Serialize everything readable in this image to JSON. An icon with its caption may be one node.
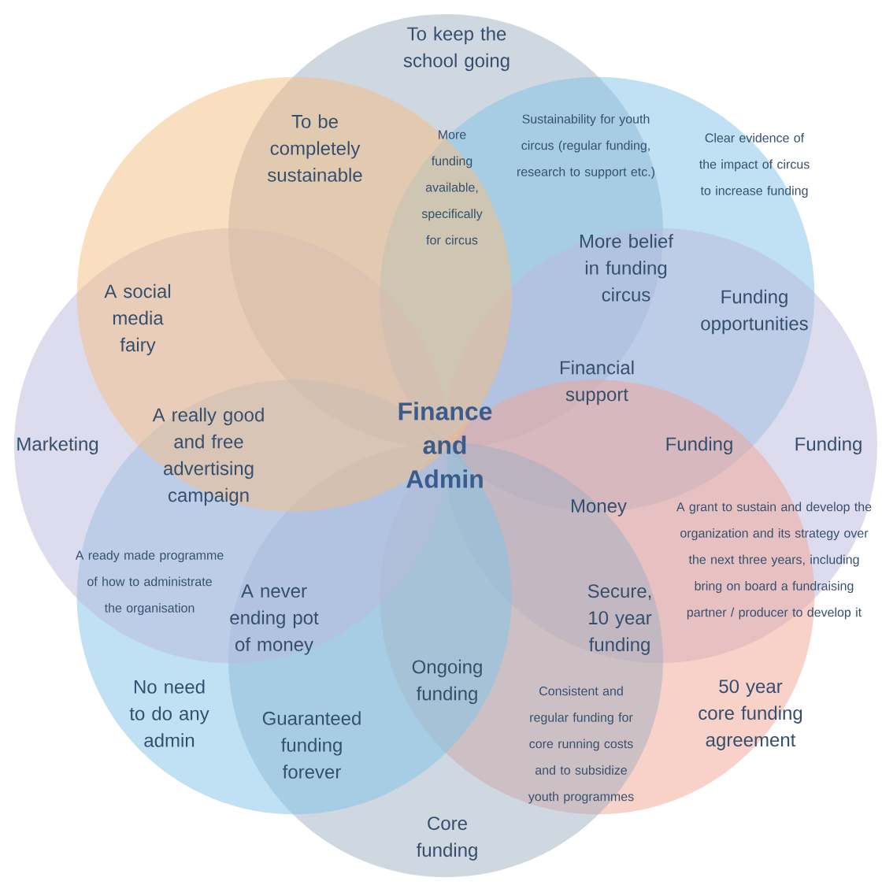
{
  "diagram": {
    "nodes": [
      {
        "text": [],
        "shape": "circle"
      },
      {
        "text": [],
        "shape": "circle"
      },
      {
        "text": [],
        "shape": "circle"
      },
      {
        "text": [],
        "shape": "circle"
      },
      {
        "text": [],
        "shape": "circle"
      },
      {
        "text": [],
        "shape": "circle"
      },
      {
        "text": [],
        "shape": "circle"
      },
      {
        "text": [],
        "shape": "circle"
      }
    ],
    "labels": [
      "To keep the school going",
      "To be completely sustainable",
      "More funding available, specifically for circus",
      "Sustainability for youth circus (regular funding, research to support etc.)",
      "Clear evidence of the impact of circus to increase funding",
      "More belief in funding circus",
      "A social media fairy",
      "Funding opportunities",
      "Financial support",
      "A really good and free advertising campaign",
      "Finance and Admin",
      "Marketing",
      "Funding",
      "Funding",
      "Money",
      "A grant to sustain and develop the organization and its strategy over the next three years, including bring on board a fundraising partner / producer to develop it",
      "A ready made programme of how to administrate the organisation",
      "A never ending pot of money",
      "Secure, 10 year funding",
      "No need to do any admin",
      "Ongoing funding",
      "Guaranteed funding forever",
      "Consistent and regular funding for core running costs and to subsidize youth programmes",
      "50 year core funding agreement",
      "Core funding"
    ]
  }
}
